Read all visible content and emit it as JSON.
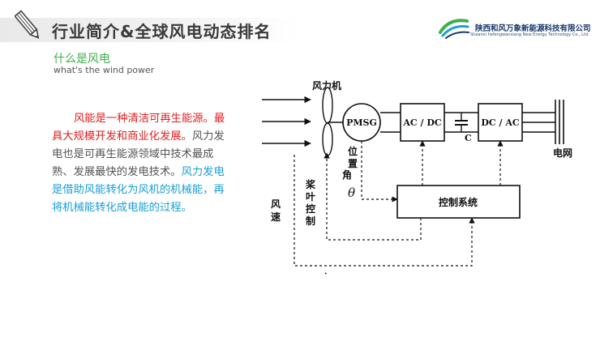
{
  "header": {
    "title": "行业简介&全球风电动态排名",
    "company_cn": "陕西和风万象新能源科技有限公司",
    "company_en": "Shaanxi hefengwanxiang New Energy Technology Co., Ltd."
  },
  "subtitle": {
    "cn": "什么是风电",
    "en": "what's the wind power"
  },
  "paragraph": {
    "s1": "风能是一种清洁可再生能源。",
    "s2": "最具大规模开发和商业化发展。",
    "s3": "风力发电也是可再生能源领域中技术最成熟、发展最快的发电技术。",
    "s4": "风力发电是借助风能转化为风机的机械能，再将机械能转化成电能的过程。"
  },
  "diagram": {
    "turbine_label": "风力机",
    "generator": "PMSG",
    "rectifier": "AC / DC",
    "capacitor": "C",
    "inverter": "DC / AC",
    "grid": "电网",
    "control": "控制系统",
    "position_angle": "位置角",
    "theta": "θ",
    "pitch_control": "桨叶控制",
    "wind_speed": "风速",
    "dot": "•"
  },
  "colors": {
    "accent_green": "#3fae4a",
    "highlight_red": "#e02020",
    "highlight_blue": "#1a9fd6"
  }
}
